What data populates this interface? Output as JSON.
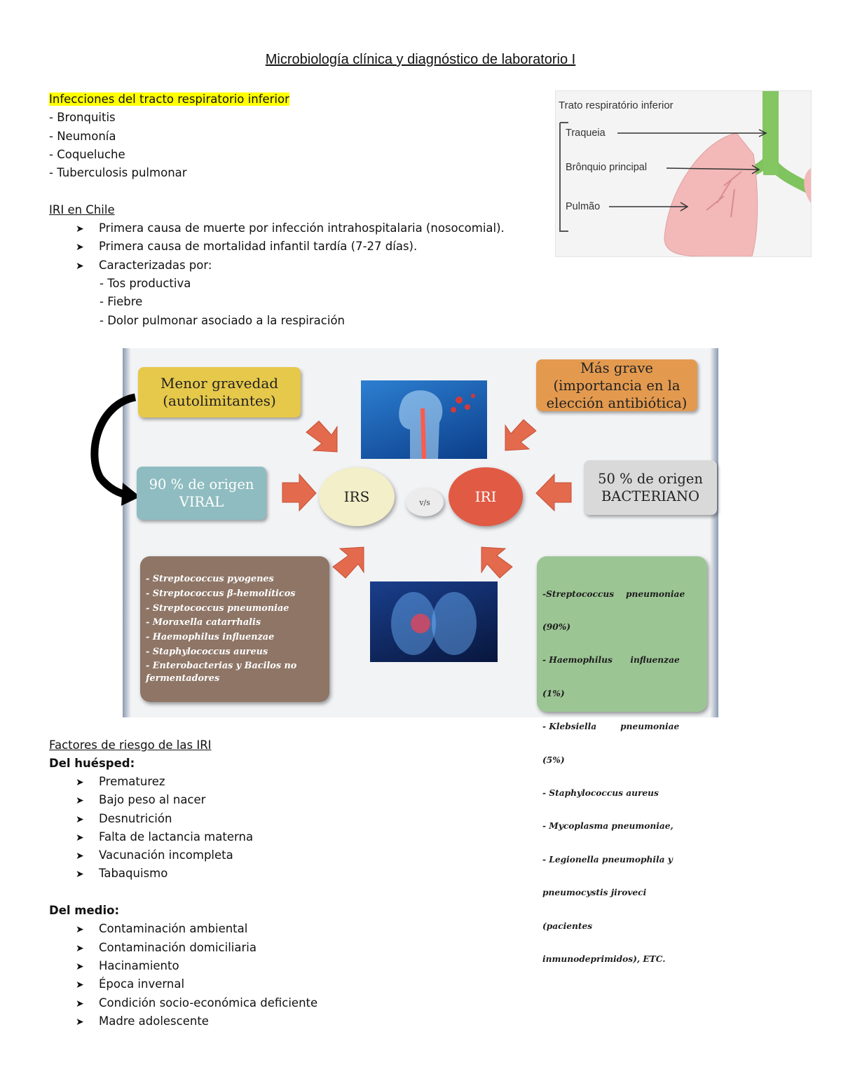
{
  "title": "Microbiología clínica y diagnóstico de laboratorio I",
  "section1": {
    "heading": "Infecciones del tracto respiratorio inferior",
    "items": [
      "- Bronquitis",
      "- Neumonía",
      "- Coqueluche",
      "- Tuberculosis pulmonar"
    ]
  },
  "section2": {
    "heading": "IRI en Chile",
    "bullets": [
      "Primera causa de muerte por infección intrahospitalaria (nosocomial).",
      "Primera causa de mortalidad infantil tardía (7-27 días).",
      "Caracterizadas por:"
    ],
    "subitems": [
      "- Tos productiva",
      "- Fiebre",
      "- Dolor pulmonar asociado a la respiración"
    ]
  },
  "lung_figure": {
    "title": "Trato respiratório inferior",
    "labels": [
      "Traqueia",
      "Brônquio principal",
      "Pulmão"
    ]
  },
  "diagram": {
    "menor": [
      "Menor gravedad",
      "(autolimitantes)"
    ],
    "mas_grave": [
      "Más grave",
      "(importancia en la",
      "elección antibiótica)"
    ],
    "viral": [
      "90 % de origen",
      "VIRAL"
    ],
    "bacteriano": [
      "50 % de origen",
      "BACTERIANO"
    ],
    "irs": "IRS",
    "vs": "v/s",
    "iri": "IRI",
    "irs_agents": [
      "- Streptococcus pyogenes",
      "- Streptococcus β-hemolíticos",
      "- Streptococcus pneumoniae",
      "- Moraxella catarrhalis",
      "- Haemophilus influenzae",
      "- Staphylococcus aureus",
      "- Enterobacterias y Bacilos no",
      "fermentadores"
    ],
    "iri_agents": [
      "-Streptococcus    pneumoniae",
      "(90%)",
      "- Haemophilus      influenzae",
      "(1%)",
      "- Klebsiella        pneumoniae",
      "(5%)",
      "- Staphylococcus aureus",
      "- Mycoplasma pneumoniae,",
      "- Legionella pneumophila y",
      "pneumocystis jiroveci",
      "(pacientes",
      "inmunodeprimidos), ETC."
    ]
  },
  "section3": {
    "heading": "Factores de riesgo de las IRI",
    "host_label": "Del huésped:",
    "host": [
      "Prematurez",
      "Bajo peso al nacer",
      "Desnutrición",
      "Falta de lactancia materna",
      "Vacunación incompleta",
      "Tabaquismo"
    ],
    "env_label": "Del medio:",
    "env": [
      "Contaminación ambiental",
      "Contaminación domiciliaria",
      "Hacinamiento",
      "Época invernal",
      "Condición socio-económica deficiente",
      "Madre adolescente"
    ]
  },
  "colors": {
    "highlight": "#ffff00",
    "yellow_box": "#e6c84a",
    "orange_box": "#e39a4f",
    "teal_box": "#8fbcc0",
    "gray_box": "#d9d9d9",
    "irs_oval": "#f2efc9",
    "iri_oval": "#e05a44",
    "brown_box": "#8e7566",
    "green_box": "#9cc594",
    "arrow": "#e36a4d"
  }
}
